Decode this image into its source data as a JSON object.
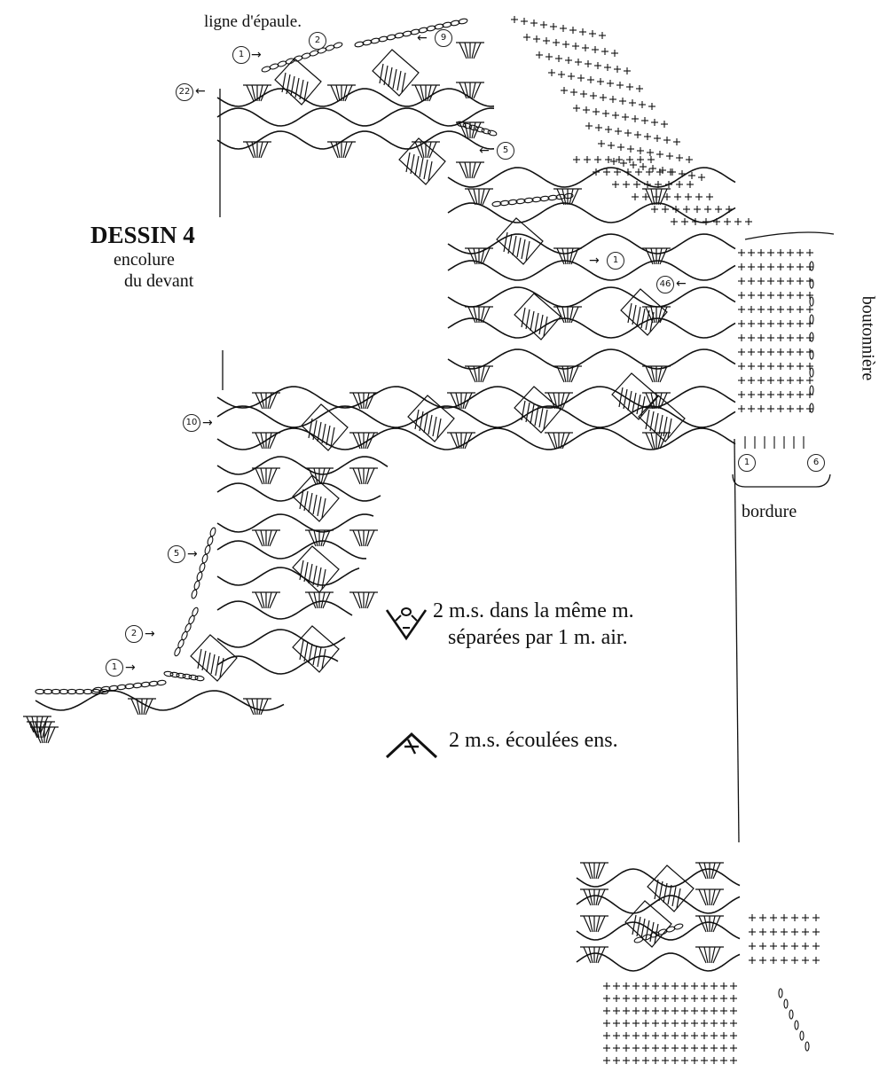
{
  "labels": {
    "shoulder_line": "ligne d'épaule.",
    "title": "DESSIN 4",
    "subtitle_1": "encolure",
    "subtitle_2": "du devant",
    "side_label": "boutonnière",
    "border_label": "bordure"
  },
  "legend": [
    {
      "icon": "two-sc-same-stitch-icon",
      "line1": "2 m.s. dans la même m.",
      "line2": "séparées par 1 m. air."
    },
    {
      "icon": "two-sc-together-icon",
      "line1": "2 m.s. écoulées ens."
    }
  ],
  "row_markers": [
    {
      "id": "marker-1-top",
      "text": "1"
    },
    {
      "id": "marker-22",
      "text": "22"
    },
    {
      "id": "marker-2-top",
      "text": "2"
    },
    {
      "id": "marker-9",
      "text": "9"
    },
    {
      "id": "marker-5-upper",
      "text": "5"
    },
    {
      "id": "marker-1-mid",
      "text": "1"
    },
    {
      "id": "marker-46",
      "text": "46"
    },
    {
      "id": "marker-10",
      "text": "10"
    },
    {
      "id": "marker-border-1",
      "text": "1"
    },
    {
      "id": "marker-border-6",
      "text": "6"
    },
    {
      "id": "marker-5-left",
      "text": "5"
    },
    {
      "id": "marker-2-left",
      "text": "2"
    },
    {
      "id": "marker-1-left",
      "text": "1"
    }
  ],
  "colors": {
    "ink": "#111111",
    "paper": "#ffffff"
  }
}
